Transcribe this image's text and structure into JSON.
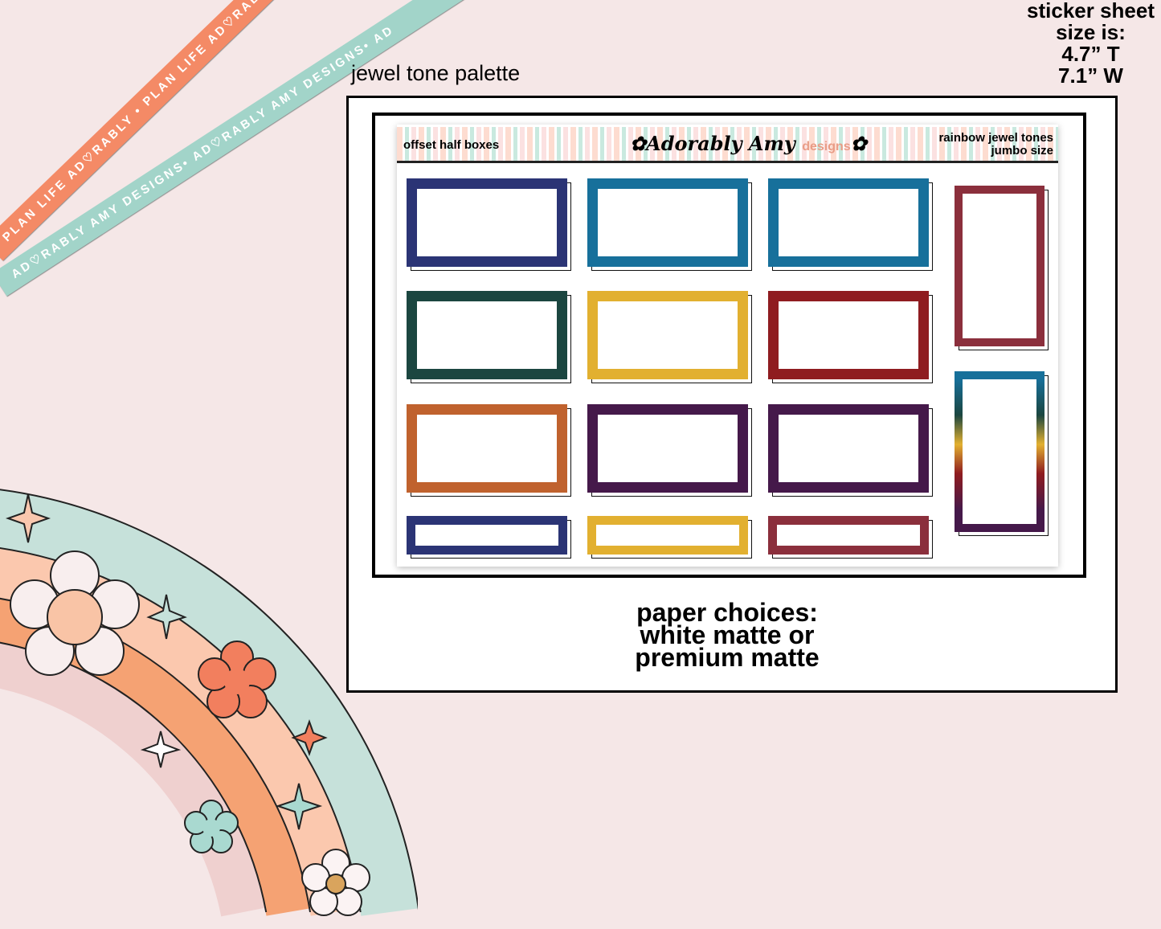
{
  "ribbons": {
    "orange": "PLAN LIFE AD♡RABLY • PLAN LIFE AD♡RABLY • PLAN LIFE AD",
    "teal": "AD♡RABLY AMY DESIGNS• AD♡RABLY AMY DESIGNS• AD"
  },
  "palette_title": "jewel tone palette",
  "size_info": {
    "line1": "sticker sheet",
    "line2": "size is:",
    "line3": "4.7” T",
    "line4": "7.1” W"
  },
  "sheet": {
    "header_left": "offset half boxes",
    "logo": "Adorably Amy",
    "logo_sub": "designs",
    "header_right_1": "rainbow jewel tones",
    "header_right_2": "jumbo size"
  },
  "colors": {
    "navy": "#2b3475",
    "teal": "#17709b",
    "green": "#1b4640",
    "mustard": "#e2b030",
    "red": "#8f1c20",
    "rust": "#c0622e",
    "plum": "#45194a",
    "maroon": "#8b2f3c"
  },
  "paper": {
    "line1": "paper choices:",
    "line2": "white matte or",
    "line3": "premium matte"
  }
}
